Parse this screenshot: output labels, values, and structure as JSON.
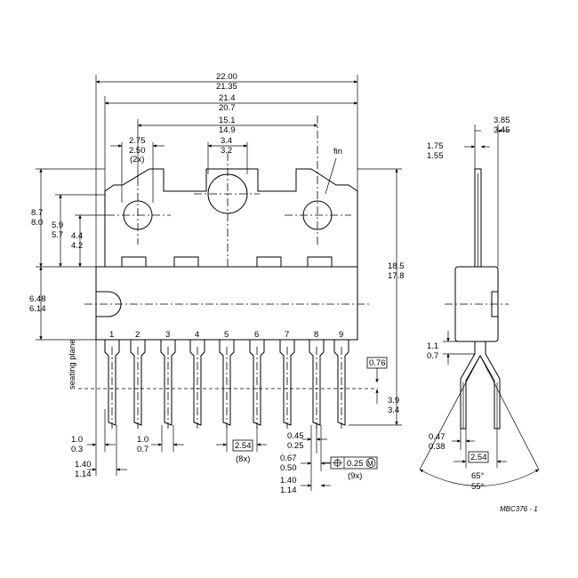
{
  "dims": {
    "overall_max": "22.00",
    "overall_min": "21.35",
    "fin_width_max": "21.4",
    "fin_width_min": "20.7",
    "hole_pitch_max": "15.1",
    "hole_pitch_min": "14.9",
    "small_hole_max": "2.75",
    "small_hole_min": "2.50",
    "small_hole_qty": "(2x)",
    "center_hole_max": "3.4",
    "center_hole_min": "3.2",
    "fin_label": "fin",
    "fin_height_max": "8.7",
    "fin_height_min": "8.0",
    "hole_height_max": "5.9",
    "hole_height_min": "5.7",
    "hole_ctr_max": "4.4",
    "hole_ctr_min": "4.2",
    "body_height_max": "6.48",
    "body_height_min": "6.14",
    "total_height_max": "18.5",
    "total_height_min": "17.8",
    "seating_plane": "seating plane",
    "lead_ref": "0.76",
    "lead_len_max": "3.9",
    "lead_len_min": "3.4",
    "lead_a_max": "1.0",
    "lead_a_min": "0.3",
    "lead_b_max": "1.0",
    "lead_b_min": "0.7",
    "pitch": "2.54",
    "pitch_qty": "(8x)",
    "lead_t_max": "0.45",
    "lead_t_min": "0.25",
    "lead_w_max": "0.67",
    "lead_w_min": "0.50",
    "tol_value": "0.25",
    "tol_mod": "M",
    "tol_qty": "(9x)",
    "lead_p_max": "1.40",
    "lead_p_min": "1.14",
    "lead_q_max": "1.40",
    "lead_q_min": "1.14",
    "side_w_max": "3.85",
    "side_w_min": "3.45",
    "side_fin_max": "1.75",
    "side_fin_min": "1.55",
    "side_bend_max": "1.1",
    "side_bend_min": "0.7",
    "side_lead_max": "0.47",
    "side_lead_min": "0.38",
    "side_pitch": "2.54",
    "angle_max": "65°",
    "angle_min": "55°",
    "drawing_code": "MBC376 - 1"
  },
  "pins": [
    "1",
    "2",
    "3",
    "4",
    "5",
    "6",
    "7",
    "8",
    "9"
  ]
}
